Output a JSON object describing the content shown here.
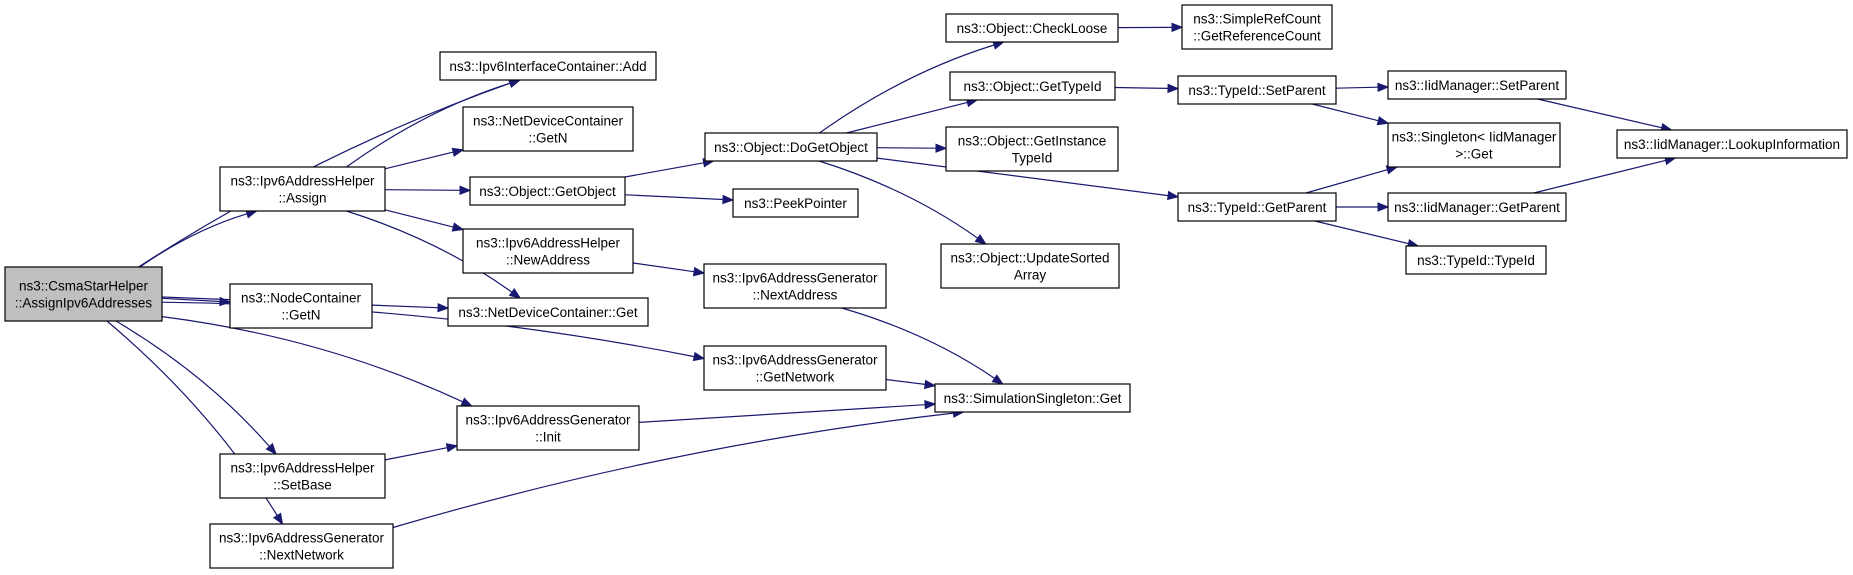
{
  "graph": {
    "nodes": [
      {
        "id": "csma_assign",
        "lines": [
          "ns3::CsmaStarHelper",
          "::AssignIpv6Addresses"
        ],
        "root": true
      },
      {
        "id": "ifc_add",
        "lines": [
          "ns3::Ipv6InterfaceContainer::Add"
        ]
      },
      {
        "id": "helper_assign",
        "lines": [
          "ns3::Ipv6AddressHelper",
          "::Assign"
        ]
      },
      {
        "id": "ndc_getn",
        "lines": [
          "ns3::NetDeviceContainer",
          "::GetN"
        ]
      },
      {
        "id": "obj_getobject",
        "lines": [
          "ns3::Object::GetObject"
        ]
      },
      {
        "id": "helper_newaddr",
        "lines": [
          "ns3::Ipv6AddressHelper",
          "::NewAddress"
        ]
      },
      {
        "id": "ndc_get",
        "lines": [
          "ns3::NetDeviceContainer::Get"
        ]
      },
      {
        "id": "nc_getn",
        "lines": [
          "ns3::NodeContainer",
          "::GetN"
        ]
      },
      {
        "id": "gen_init",
        "lines": [
          "ns3::Ipv6AddressGenerator",
          "::Init"
        ]
      },
      {
        "id": "helper_setbase",
        "lines": [
          "ns3::Ipv6AddressHelper",
          "::SetBase"
        ]
      },
      {
        "id": "gen_nextnet",
        "lines": [
          "ns3::Ipv6AddressGenerator",
          "::NextNetwork"
        ]
      },
      {
        "id": "obj_dogetobject",
        "lines": [
          "ns3::Object::DoGetObject"
        ]
      },
      {
        "id": "peekpointer",
        "lines": [
          "ns3::PeekPointer"
        ]
      },
      {
        "id": "gen_nextaddr",
        "lines": [
          "ns3::Ipv6AddressGenerator",
          "::NextAddress"
        ]
      },
      {
        "id": "gen_getnet",
        "lines": [
          "ns3::Ipv6AddressGenerator",
          "::GetNetwork"
        ]
      },
      {
        "id": "sim_singleton_get",
        "lines": [
          "ns3::SimulationSingleton::Get"
        ]
      },
      {
        "id": "obj_checkloose",
        "lines": [
          "ns3::Object::CheckLoose"
        ]
      },
      {
        "id": "obj_gettypeid",
        "lines": [
          "ns3::Object::GetTypeId"
        ]
      },
      {
        "id": "obj_getinstancetypeid",
        "lines": [
          "ns3::Object::GetInstance",
          "TypeId"
        ]
      },
      {
        "id": "obj_updatesorted",
        "lines": [
          "ns3::Object::UpdateSorted",
          "Array"
        ]
      },
      {
        "id": "simplerefcount",
        "lines": [
          "ns3::SimpleRefCount",
          "::GetReferenceCount"
        ]
      },
      {
        "id": "typeid_setparent",
        "lines": [
          "ns3::TypeId::SetParent"
        ]
      },
      {
        "id": "typeid_getparent",
        "lines": [
          "ns3::TypeId::GetParent"
        ]
      },
      {
        "id": "iidmgr_setparent",
        "lines": [
          "ns3::IidManager::SetParent"
        ]
      },
      {
        "id": "singleton_get",
        "lines": [
          "ns3::Singleton< IidManager",
          " >::Get"
        ]
      },
      {
        "id": "iidmgr_getparent",
        "lines": [
          "ns3::IidManager::GetParent"
        ]
      },
      {
        "id": "typeid_typeid",
        "lines": [
          "ns3::TypeId::TypeId"
        ]
      },
      {
        "id": "iidmgr_lookup",
        "lines": [
          "ns3::IidManager::LookupInformation"
        ]
      }
    ],
    "edges": [
      [
        "csma_assign",
        "ifc_add"
      ],
      [
        "csma_assign",
        "helper_assign"
      ],
      [
        "csma_assign",
        "ndc_get"
      ],
      [
        "csma_assign",
        "nc_getn"
      ],
      [
        "csma_assign",
        "gen_getnet"
      ],
      [
        "csma_assign",
        "gen_init"
      ],
      [
        "csma_assign",
        "helper_setbase"
      ],
      [
        "csma_assign",
        "gen_nextnet"
      ],
      [
        "helper_assign",
        "ifc_add"
      ],
      [
        "helper_assign",
        "ndc_getn"
      ],
      [
        "helper_assign",
        "obj_getobject"
      ],
      [
        "helper_assign",
        "helper_newaddr"
      ],
      [
        "helper_assign",
        "ndc_get"
      ],
      [
        "obj_getobject",
        "obj_dogetobject"
      ],
      [
        "obj_getobject",
        "peekpointer"
      ],
      [
        "helper_newaddr",
        "gen_nextaddr"
      ],
      [
        "gen_nextaddr",
        "sim_singleton_get"
      ],
      [
        "gen_getnet",
        "sim_singleton_get"
      ],
      [
        "gen_init",
        "sim_singleton_get"
      ],
      [
        "helper_setbase",
        "gen_init"
      ],
      [
        "gen_nextnet",
        "sim_singleton_get"
      ],
      [
        "obj_dogetobject",
        "obj_checkloose"
      ],
      [
        "obj_dogetobject",
        "obj_gettypeid"
      ],
      [
        "obj_dogetobject",
        "obj_getinstancetypeid"
      ],
      [
        "obj_dogetobject",
        "obj_updatesorted"
      ],
      [
        "obj_dogetobject",
        "typeid_getparent"
      ],
      [
        "obj_checkloose",
        "simplerefcount"
      ],
      [
        "obj_gettypeid",
        "typeid_setparent"
      ],
      [
        "typeid_setparent",
        "iidmgr_setparent"
      ],
      [
        "typeid_setparent",
        "singleton_get"
      ],
      [
        "typeid_getparent",
        "singleton_get"
      ],
      [
        "typeid_getparent",
        "iidmgr_getparent"
      ],
      [
        "typeid_getparent",
        "typeid_typeid"
      ],
      [
        "iidmgr_setparent",
        "iidmgr_lookup"
      ],
      [
        "iidmgr_getparent",
        "iidmgr_lookup"
      ]
    ],
    "colors": {
      "edge": "#191970",
      "root_fill": "#bfbfbf",
      "node_fill": "#ffffff",
      "border": "#000000"
    }
  }
}
